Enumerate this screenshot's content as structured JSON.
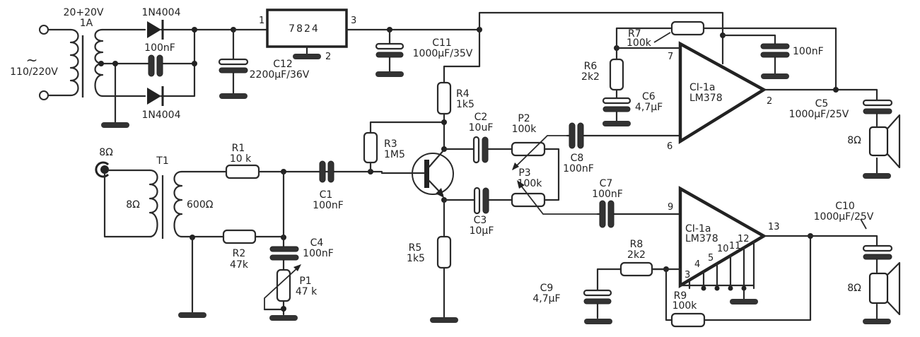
{
  "title": "Dual LM378 audio amplifier with transistor phase splitter and 7824 regulated supply",
  "power_supply": {
    "mains_symbol": "~",
    "mains_voltage": "110/220V",
    "transformer_rating_v": "20+20V",
    "transformer_rating_a": "1A",
    "diode_top": "1N4004",
    "diode_bottom": "1N4004",
    "bypass_cap": "100nF",
    "c12_name": "C12",
    "c12_value": "2200µF/36V",
    "regulator": "7824",
    "reg_pin_in": "1",
    "reg_pin_gnd": "2",
    "reg_pin_out": "3",
    "c11_name": "C11",
    "c11_value": "1000µF/35V"
  },
  "input_stage": {
    "jack_impedance": "8Ω",
    "t1_name": "T1",
    "t1_primary": "8Ω",
    "t1_secondary": "600Ω",
    "r1_name": "R1",
    "r1_value": "10 k",
    "r2_name": "R2",
    "r2_value": "47k",
    "c1_name": "C1",
    "c1_value": "100nF",
    "c4_name": "C4",
    "c4_value": "100nF",
    "p1_name": "P1",
    "p1_value": "47 k"
  },
  "splitter": {
    "r3_name": "R3",
    "r3_value": "1M5",
    "r4_name": "R4",
    "r4_value": "1k5",
    "r5_name": "R5",
    "r5_value": "1k5",
    "c2_name": "C2",
    "c2_value": "10uF",
    "c3_name": "C3",
    "c3_value": "10µF",
    "p2_name": "P2",
    "p2_value": "100k",
    "p3_name": "P3",
    "p3_value": "100k",
    "c8_name": "C8",
    "c8_value": "100nF",
    "c7_name": "C7",
    "c7_value": "100nF"
  },
  "amp_top": {
    "ic_name": "CI-1a",
    "ic_part": "LM378",
    "pin_in": "6",
    "pin_fb": "7",
    "pin_out": "2",
    "r6_name": "R6",
    "r6_value": "2k2",
    "r7_name": "R7",
    "r7_value": "100k",
    "c6_name": "C6",
    "c6_value": "4,7µF",
    "bypass_cap": "100nF",
    "c5_name": "C5",
    "c5_value": "1000µF/25V",
    "speaker": "8Ω"
  },
  "amp_bottom": {
    "ic_name": "CI-1a",
    "ic_part": "LM378",
    "pin_in": "9",
    "pin_fb": "3",
    "pin_out": "13",
    "gnd_pins": [
      "4",
      "5",
      "10",
      "11",
      "12"
    ],
    "r8_name": "R8",
    "r8_value": "2k2",
    "r9_name": "R9",
    "r9_value": "100k",
    "c9_name": "C9",
    "c9_value": "4,7µF",
    "c10_name": "C10",
    "c10_value": "1000µF/25V",
    "speaker": "8Ω"
  }
}
